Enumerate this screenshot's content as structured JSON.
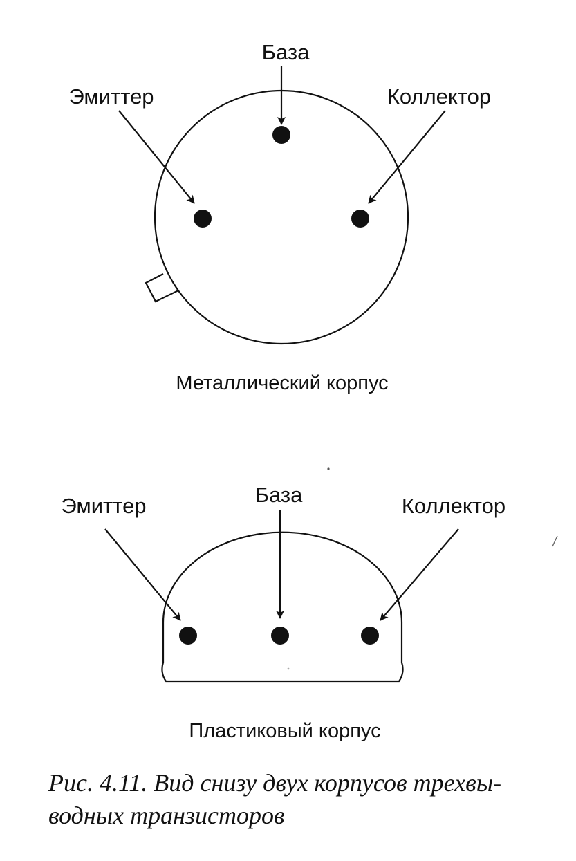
{
  "metal": {
    "base_label": "База",
    "emitter_label": "Эмиттер",
    "collector_label": "Коллектор",
    "caption": "Металлический корпус"
  },
  "plastic": {
    "base_label": "База",
    "emitter_label": "Эмиттер",
    "collector_label": "Коллектор",
    "caption": "Пластиковый корпус"
  },
  "figure_caption": {
    "line1": "Рис. 4.11. Вид снизу двух корпусов трехвы-",
    "line2": "водных транзисторов"
  }
}
